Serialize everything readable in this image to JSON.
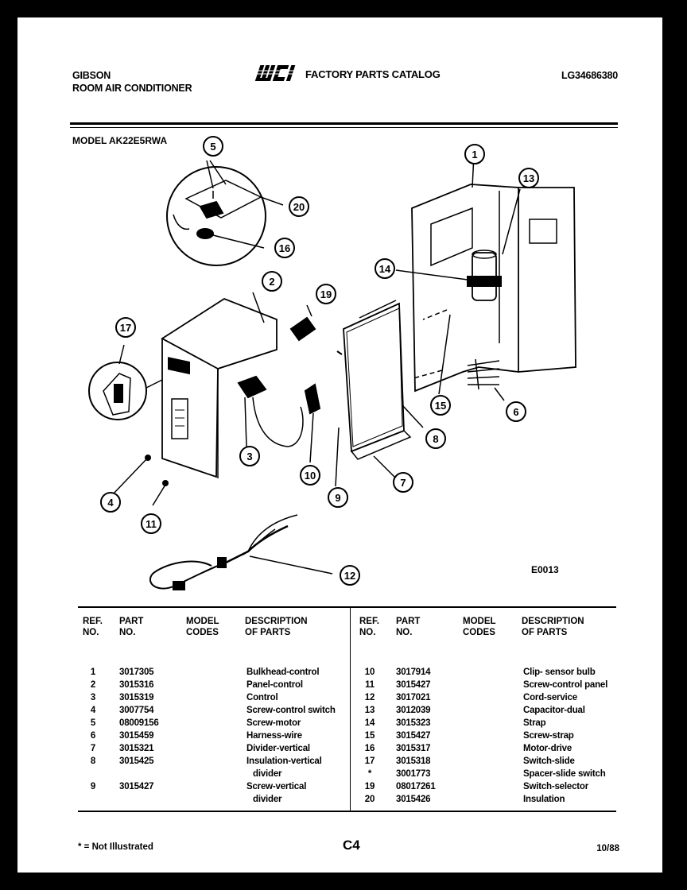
{
  "header": {
    "brand": "GIBSON",
    "product": "ROOM AIR CONDITIONER",
    "logo_text": "WCI",
    "catalog_title": "FACTORY PARTS CATALOG",
    "catalog_code": "LG34686380"
  },
  "model_line": "MODEL AK22E5RWA",
  "diagram": {
    "code": "E0013",
    "callouts": [
      "1",
      "2",
      "3",
      "4",
      "5",
      "6",
      "7",
      "8",
      "9",
      "10",
      "11",
      "12",
      "13",
      "14",
      "15",
      "16",
      "17",
      "19",
      "20"
    ]
  },
  "table": {
    "headers": {
      "ref": [
        "REF.",
        "NO."
      ],
      "part": [
        "PART",
        "NO."
      ],
      "model": [
        "MODEL",
        "CODES"
      ],
      "desc": [
        "DESCRIPTION",
        "OF PARTS"
      ]
    },
    "left_rows": [
      {
        "ref": "1",
        "part": "3017305",
        "desc": "Bulkhead-control"
      },
      {
        "ref": "2",
        "part": "3015316",
        "desc": "Panel-control"
      },
      {
        "ref": "3",
        "part": "3015319",
        "desc": "Control"
      },
      {
        "ref": "4",
        "part": "3007754",
        "desc": "Screw-control switch"
      },
      {
        "ref": "5",
        "part": "08009156",
        "desc": "Screw-motor"
      },
      {
        "ref": "6",
        "part": "3015459",
        "desc": "Harness-wire"
      },
      {
        "ref": "7",
        "part": "3015321",
        "desc": "Divider-vertical"
      },
      {
        "ref": "8",
        "part": "3015425",
        "desc": "Insulation-vertical"
      },
      {
        "ref": "",
        "part": "",
        "desc": "divider",
        "cont": true
      },
      {
        "ref": "9",
        "part": "3015427",
        "desc": "Screw-vertical"
      },
      {
        "ref": "",
        "part": "",
        "desc": "divider",
        "cont": true
      }
    ],
    "right_rows": [
      {
        "ref": "10",
        "part": "3017914",
        "desc": "Clip- sensor bulb"
      },
      {
        "ref": "11",
        "part": "3015427",
        "desc": "Screw-control panel"
      },
      {
        "ref": "12",
        "part": "3017021",
        "desc": "Cord-service"
      },
      {
        "ref": "13",
        "part": "3012039",
        "desc": "Capacitor-dual"
      },
      {
        "ref": "14",
        "part": "3015323",
        "desc": "Strap"
      },
      {
        "ref": "15",
        "part": "3015427",
        "desc": "Screw-strap"
      },
      {
        "ref": "16",
        "part": "3015317",
        "desc": "Motor-drive"
      },
      {
        "ref": "17",
        "part": "3015318",
        "desc": "Switch-slide"
      },
      {
        "ref": "*",
        "part": "3001773",
        "desc": "Spacer-slide switch"
      },
      {
        "ref": "19",
        "part": "08017261",
        "desc": "Switch-selector"
      },
      {
        "ref": "20",
        "part": "3015426",
        "desc": "Insulation"
      }
    ]
  },
  "footer": {
    "footnote": "* = Not Illustrated",
    "page": "C4",
    "date": "10/88"
  }
}
